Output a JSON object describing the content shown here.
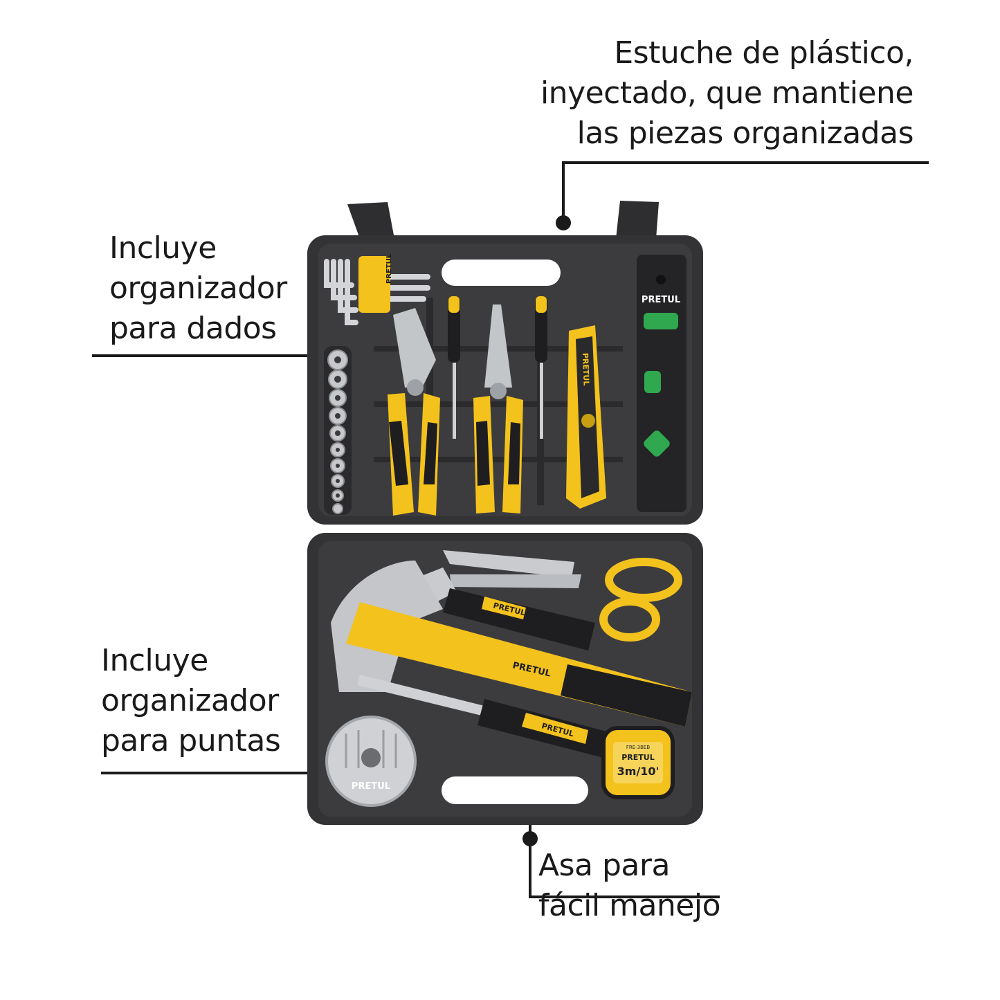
{
  "callouts": {
    "case": {
      "lines": [
        "Estuche de plástico,",
        "inyectado, que mantiene",
        "las piezas organizadas"
      ]
    },
    "sockets": {
      "lines": [
        "Incluye",
        "organizador",
        "para dados"
      ]
    },
    "bits": {
      "lines": [
        "Incluye",
        "organizador",
        "para puntas"
      ]
    },
    "handle": {
      "lines": [
        "Asa para",
        "fácil manejo"
      ]
    }
  },
  "brand": {
    "name": "PRETUL",
    "tape_measure_label": "3m/10'",
    "tape_model": "FRE-3BEB"
  },
  "colors": {
    "case": "#3a3a3c",
    "case_dark": "#242426",
    "accent": "#f4c21c",
    "steel": "#c9cbce",
    "leader": "#1a1a1a"
  }
}
